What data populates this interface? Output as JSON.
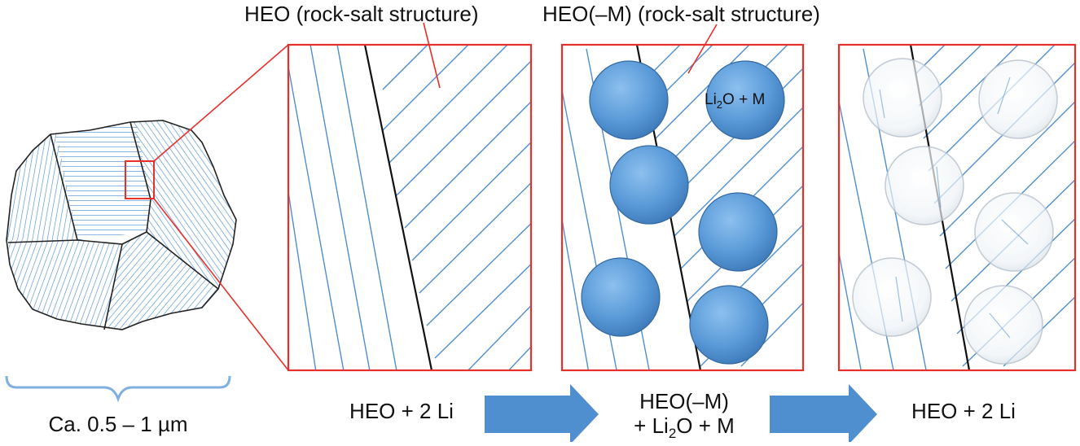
{
  "labels": {
    "heo_structure": "HEO (rock-salt structure)",
    "heo_m_structure": "HEO(–M) (rock-salt structure)",
    "particle_size": "Ca. 0.5 – 1 µm",
    "stage1": "HEO + 2 Li",
    "stage2_line1": "HEO(–M)",
    "stage2_line2_prefix": "+ Li",
    "stage2_line2_sub": "2",
    "stage2_line2_suffix": "O + M",
    "stage3": "HEO + 2 Li",
    "particle_label_prefix": "Li",
    "particle_label_sub": "2",
    "particle_label_suffix": "O + M"
  },
  "colors": {
    "frame": "#e8302b",
    "hatch": "#4f8fd0",
    "sphere": "#5a9ad8",
    "arrow": "#4f8fd0",
    "grain_edge": "#222222"
  },
  "icons": {
    "arrow1": "right-arrow-icon",
    "arrow2": "right-arrow-icon",
    "brace": "brace-icon"
  }
}
